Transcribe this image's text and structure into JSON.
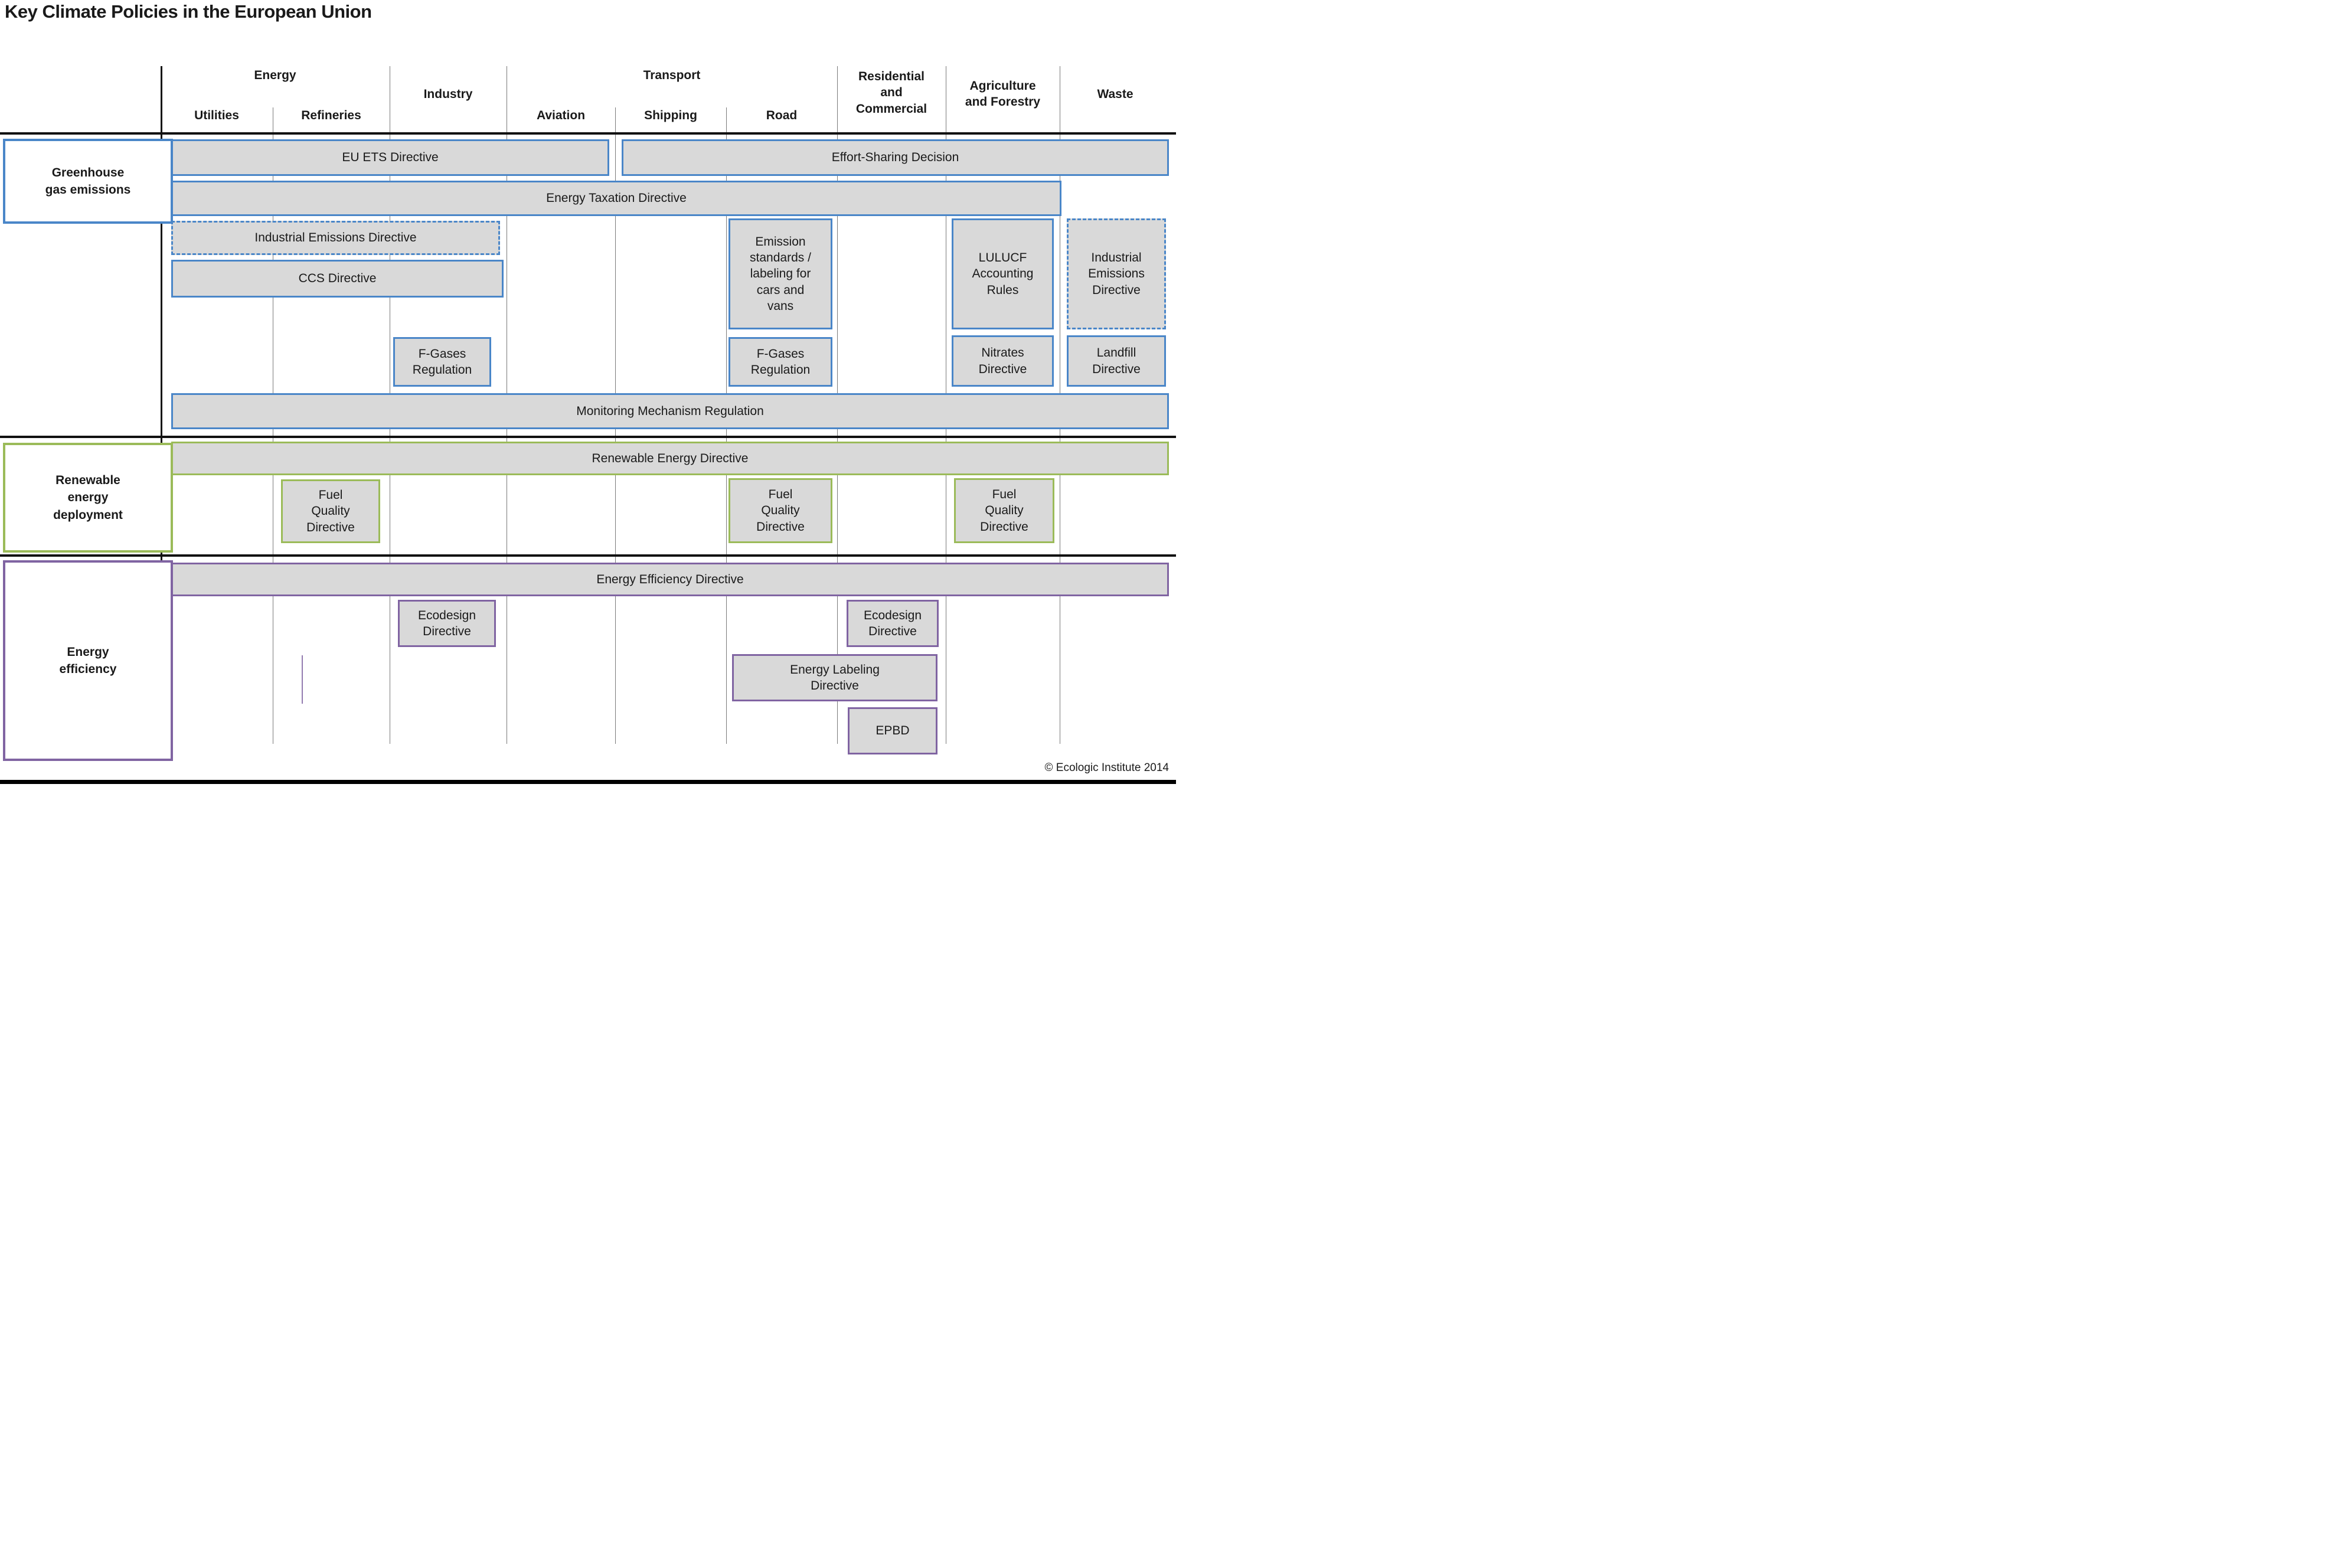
{
  "title": "Key Climate Policies in the European Union",
  "sector_groups": {
    "energy": "Energy",
    "transport": "Transport"
  },
  "sectors": {
    "utilities": "Utilities",
    "refineries": "Refineries",
    "industry": "Industry",
    "aviation": "Aviation",
    "shipping": "Shipping",
    "road": "Road",
    "residential": "Residential and Commercial",
    "agriculture": "Agriculture and Forestry",
    "waste": "Waste"
  },
  "row_groups": {
    "ghg": "Greenhouse gas emissions",
    "renewables": "Renewable energy deployment",
    "efficiency": "Energy efficiency"
  },
  "policies": {
    "eu_ets": "EU ETS Directive",
    "effort_sharing": "Effort-Sharing Decision",
    "energy_taxation": "Energy Taxation Directive",
    "ied_energy": "Industrial Emissions Directive",
    "ccs": "CCS Directive",
    "emission_standards": "Emission standards / labeling for cars and vans",
    "lulucf": "LULUCF Accounting Rules",
    "ied_waste": "Industrial Emissions Directive",
    "f_gases_industry": "F-Gases Regulation",
    "f_gases_road": "F-Gases Regulation",
    "nitrates": "Nitrates Directive",
    "landfill": "Landfill Directive",
    "monitoring": "Monitoring Mechanism Regulation",
    "renewable_energy": "Renewable Energy Directive",
    "fqd_refineries": "Fuel Quality Directive",
    "fqd_road": "Fuel Quality Directive",
    "fqd_agriculture": "Fuel Quality Directive",
    "eed": "Energy Efficiency Directive",
    "ecodesign_industry": "Ecodesign Directive",
    "ecodesign_residential": "Ecodesign Directive",
    "energy_labeling": "Energy Labeling Directive",
    "epbd": "EPBD"
  },
  "footer": {
    "copyright": "© Ecologic Institute 2014"
  },
  "colors": {
    "ghg_border": "#4a86c8",
    "renewables_border": "#9bbb59",
    "efficiency_border": "#8064a2",
    "box_fill": "#d9d9d9",
    "grid_line": "#7a7a7a",
    "section_line": "#111111"
  }
}
